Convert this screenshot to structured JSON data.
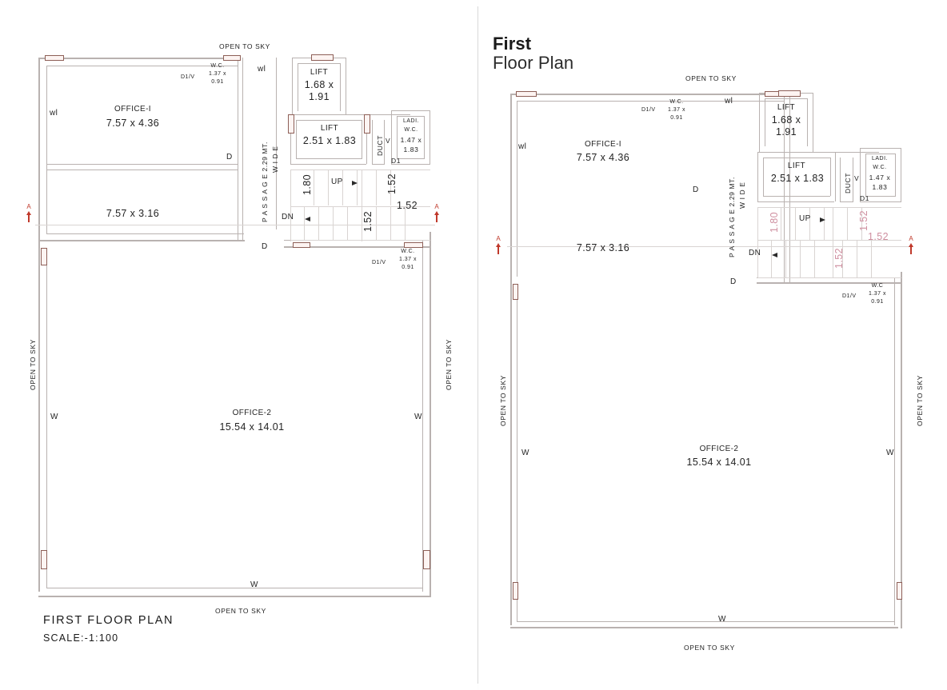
{
  "drawing": {
    "type": "architectural-floor-plan",
    "sheet_title": "First Floor Plan",
    "scale": "SCALE:-1:100"
  },
  "left_panel": {
    "title_line1": "First Floor Plan",
    "title_line2": "SCALE:-1:100",
    "rooms": [
      {
        "name": "OFFICE-I",
        "dims": "7.57 x 4.36"
      },
      {
        "name": "",
        "dims": "7.57 x 3.16"
      },
      {
        "name": "OFFICE-2",
        "dims": "15.54 x 14.01"
      },
      {
        "name": "LIFT",
        "dims_a": "1.68 x",
        "dims_b": "1.91"
      },
      {
        "name": "LIFT",
        "dims": "2.51 x 1.83"
      },
      {
        "name": "LADI.",
        "name2": "W.C.",
        "dims_a": "1.47 x",
        "dims_b": "1.83"
      },
      {
        "name": "W.C.",
        "dims_a": "1.37 x",
        "dims_b": "0.91"
      }
    ],
    "open_to_sky_top": "OPEN TO SKY",
    "open_to_sky_bottom": "OPEN TO SKY",
    "open_to_sky_left": "OPEN TO SKY",
    "open_to_sky_right": "OPEN TO SKY",
    "passage_line1": "P A S S A G E  2.29 MT.",
    "passage_line2": "W I D E",
    "duct_label": "DUCT",
    "vent_label": "V",
    "stair_up": "UP",
    "stair_dn": "DN",
    "dims": {
      "stair_width_left": "1.80",
      "stair_tread_upper": "1.52",
      "landing": "1.52",
      "stair_tread_lower": "1.52"
    },
    "door_marks": {
      "d1": "D",
      "d2": "D",
      "d1v_top": "D1/V",
      "d1v_bottom": "D1/V",
      "dl": "D1"
    },
    "window_marks": {
      "w_left": "wl",
      "w_top": "wl",
      "w_bottom": "W",
      "w_side_left": "W",
      "w_side_right": "W"
    },
    "section_marks": {
      "left": "A",
      "right": "A"
    },
    "wc_top": {
      "name": "W.C.",
      "dim_a": "1.37 x",
      "dim_b": "0.91"
    },
    "wc_bottom": {
      "name": "W.C.",
      "dim_a": "1.37 x",
      "dim_b": "0.91"
    }
  },
  "right_panel": {
    "title_bold": "First",
    "title_regular": "Floor Plan",
    "rooms": [
      {
        "name": "OFFICE-I",
        "dims": "7.57 x 4.36"
      },
      {
        "name": "",
        "dims": "7.57 x 3.16"
      },
      {
        "name": "OFFICE-2",
        "dims": "15.54 x 14.01"
      },
      {
        "name": "LIFT",
        "dims_a": "1.68 x",
        "dims_b": "1.91"
      },
      {
        "name": "LIFT",
        "dims": "2.51 x 1.83"
      },
      {
        "name": "LADI.",
        "name2": "W.C.",
        "dims_a": "1.47 x",
        "dims_b": "1.83"
      }
    ],
    "open_to_sky_top": "OPEN TO SKY",
    "open_to_sky_bottom": "OPEN TO SKY",
    "open_to_sky_left": "OPEN TO SKY",
    "open_to_sky_right": "OPEN TO SKY",
    "passage_line1": "P A S S A G E  2.29 MT.",
    "passage_line2": "W I D E",
    "duct_label": "DUCT",
    "vent_label": "V",
    "stair_up": "UP",
    "stair_dn": "DN",
    "dims": {
      "stair_width_left": "1.80",
      "stair_tread_upper": "1.52",
      "landing": "1.52",
      "stair_tread_lower": "1.52"
    },
    "door_marks": {
      "d1": "D",
      "d2": "D",
      "d1v_top": "D1/V",
      "d1v_bottom": "D1/V",
      "dl": "D1"
    },
    "window_marks": {
      "w_left": "wl",
      "w_top": "wl",
      "w_bottom": "W",
      "w_side_left": "W",
      "w_side_right": "W"
    },
    "section_marks": {
      "left": "A",
      "right": "A"
    },
    "wc_top": {
      "name": "W.C.",
      "dim_a": "1.37 x",
      "dim_b": "0.91"
    },
    "wc_bottom": {
      "name": "W.C",
      "dim_a": "1.37 x",
      "dim_b": "0.91"
    }
  },
  "colors": {
    "wall": "#b9b2b0",
    "window_stroke": "#8d5f57",
    "section_mark": "#c0392b",
    "dim_pink": "#cf8fa0",
    "text": "#232323"
  }
}
